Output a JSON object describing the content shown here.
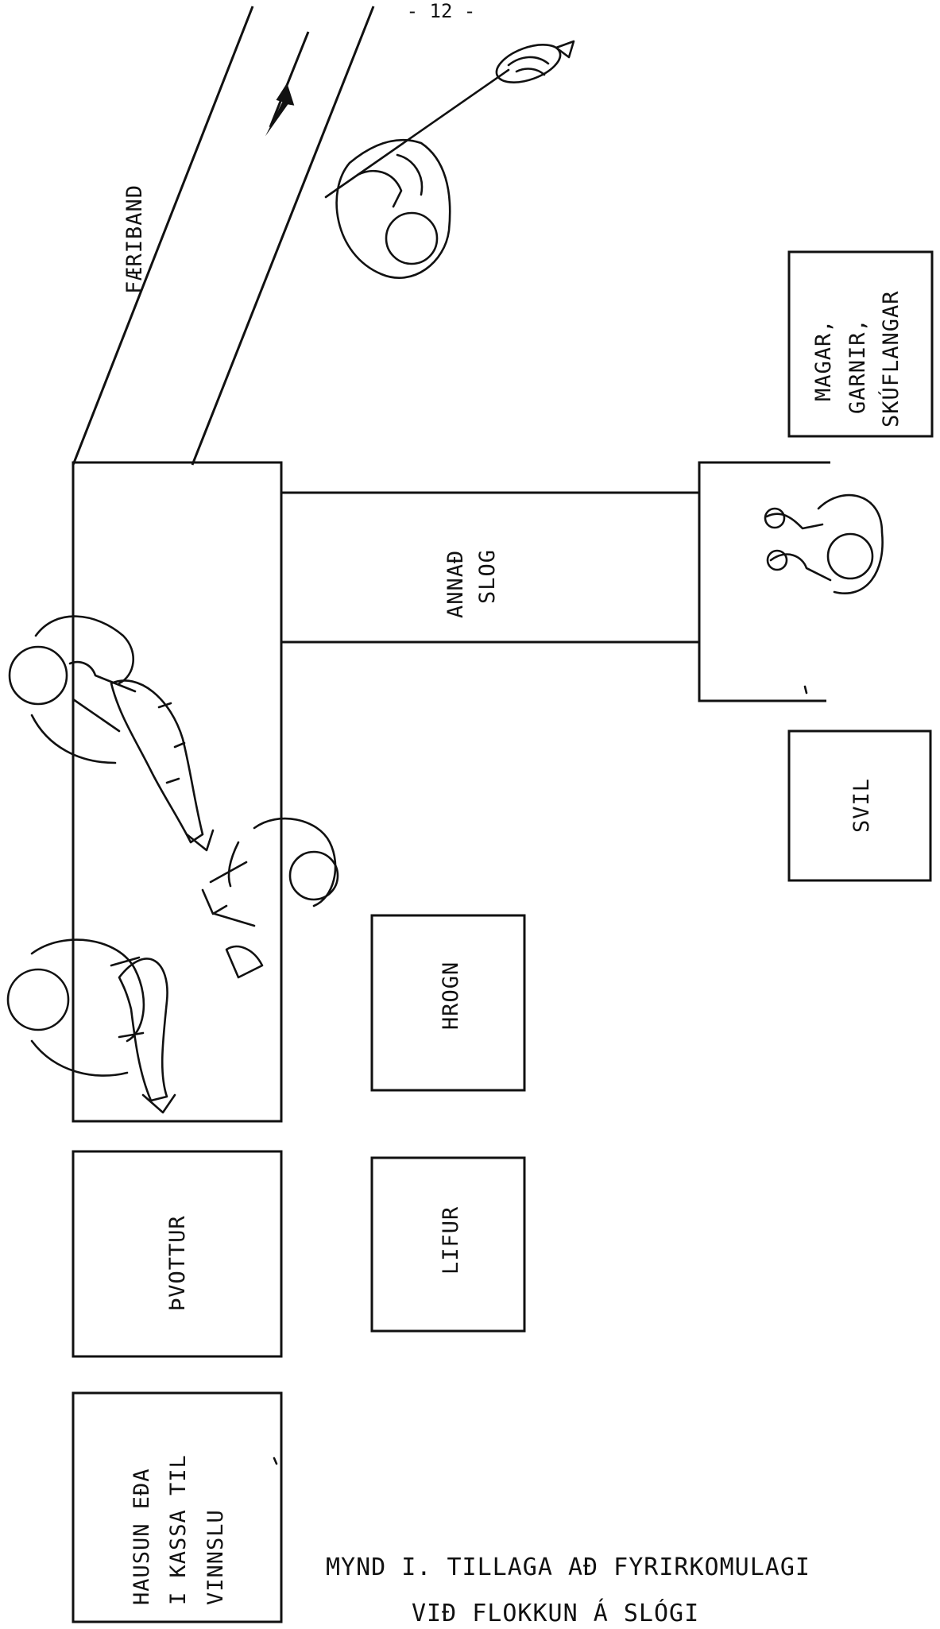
{
  "page_number": "- 12 -",
  "labels": {
    "conveyor": "FÆRIBAND",
    "magar_1": "MAGAR,",
    "magar_2": "GARNIR,",
    "magar_3": "SKÚFLANGAR",
    "annad_1": "ANNAÐ",
    "annad_2": "SLOG",
    "svil": "SVIL",
    "hrogn": "HROGN",
    "lifur": "LIFUR",
    "thvottur": "ÞVOTTUR",
    "hausun_1": "HAUSUN EÐA",
    "hausun_2": "I KASSA TIL",
    "hausun_3": "VINNSLU"
  },
  "caption": {
    "line1": "MYND I. TILLAGA AÐ FYRIRKOMULAGI",
    "line2": "VIÐ FLOKKUN Á SLÓGI"
  }
}
